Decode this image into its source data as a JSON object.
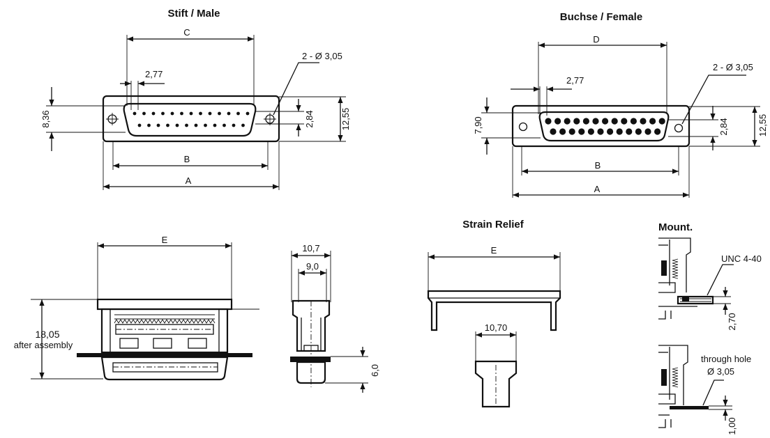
{
  "titles": {
    "male": "Stift / Male",
    "female": "Buchse / Female",
    "strain_relief": "Strain Relief",
    "mount": "Mount."
  },
  "male": {
    "dim_c": "C",
    "dim_b": "B",
    "dim_a": "A",
    "pitch": "2,77",
    "holes": "2 - Ø 3,05",
    "height_left": "8,36",
    "row_gap": "2,84",
    "height_right": "12,55"
  },
  "female": {
    "dim_d": "D",
    "dim_b": "B",
    "dim_a": "A",
    "pitch": "2,77",
    "holes": "2 - Ø 3,05",
    "height_left": "7,90",
    "row_gap": "2,84",
    "height_right": "12,55"
  },
  "side": {
    "dim_e": "E",
    "height_value": "18,05",
    "height_note": "after assembly",
    "depth_outer": "10,7",
    "depth_inner": "9,0",
    "foot": "6,0"
  },
  "strain": {
    "dim_e": "E",
    "width": "10,70"
  },
  "mount": {
    "thread": "UNC 4-40",
    "thread_dim": "2,70",
    "through_hole": "through hole",
    "hole_dia": "Ø 3,05",
    "plate_dim": "1,00"
  }
}
